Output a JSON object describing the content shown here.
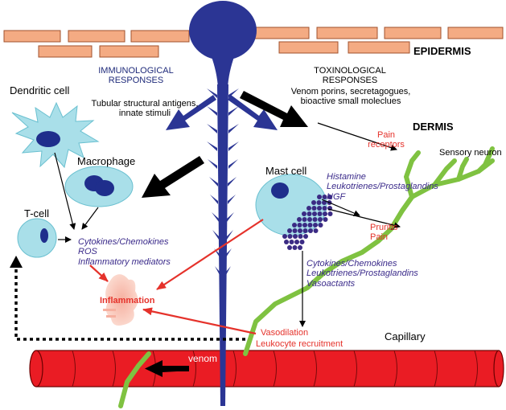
{
  "layers": {
    "epidermis": "EPIDERMIS",
    "dermis": "DERMIS"
  },
  "responses": {
    "immunological": {
      "line1": "IMMUNOLOGICAL",
      "line2": "RESPONSES",
      "detail1": "Tubular structural antigens,",
      "detail2": "innate stimuli"
    },
    "toxinological": {
      "line1": "TOXINOLOGICAL",
      "line2": "RESPONSES",
      "detail1": "Venom porins, secretagogues,",
      "detail2": "bioactive small moleclues"
    }
  },
  "cells": {
    "dendritic": "Dendritic cell",
    "macrophage": "Macrophage",
    "tcell": "T-cell",
    "mast": "Mast cell"
  },
  "mediators": {
    "immune1": "Cytokines/Chemokines",
    "immune2": "ROS",
    "immune3": "Inflammatory mediators",
    "mast_a1": "Histamine",
    "mast_a2": "Leukotrienes/Prostaglandins",
    "mast_a3": "NGF",
    "mast_b1": "Cytokines/Chemokines",
    "mast_b2": "Leukotrienes/Prostaglandins",
    "mast_b3": "Vasoactants"
  },
  "effects": {
    "pain_receptors1": "Pain",
    "pain_receptors2": "receptors",
    "pruritis": "Pruritis",
    "pain": "Pain",
    "inflammation": "Inflammation",
    "vasodilation": "Vasodilation",
    "leukocyte": "Leukocyte recruitment"
  },
  "structures": {
    "sensory_neuron": "Sensory neuron",
    "capillary": "Capillary",
    "venom": "venom"
  },
  "colors": {
    "skin_brick": "#f4ab83",
    "spine": "#2b3594",
    "cell_fill": "#a9dfe9",
    "nucleus": "#1f2e8c",
    "neuron": "#7fc241",
    "capillary": "#ea1c24",
    "mediator_text": "#3a2a8a",
    "effect_text": "#e5322b",
    "granule": "#3b2b84"
  }
}
